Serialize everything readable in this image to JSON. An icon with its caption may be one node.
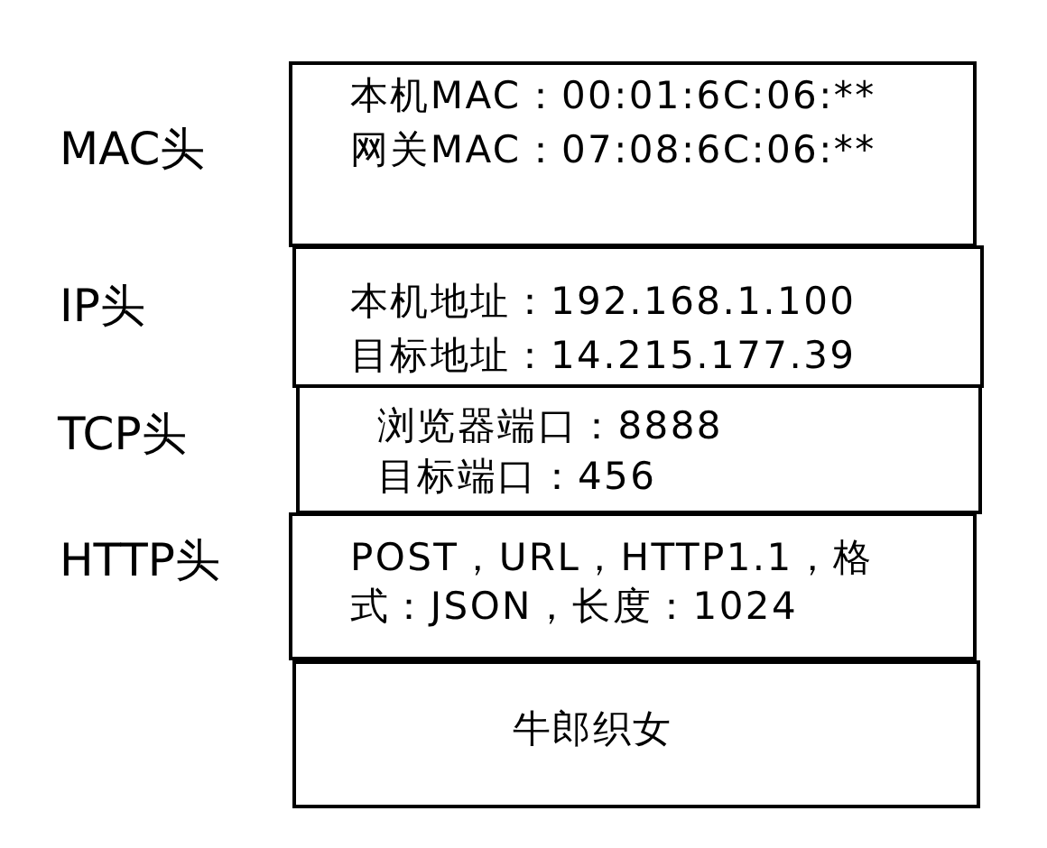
{
  "diagram": {
    "nodes": [
      {
        "text": [
          "本机MAC：00:01:6C:06:**",
          "网关MAC：07:08:6C:06:**"
        ],
        "beside": [
          "MAC头"
        ]
      },
      {
        "text": [
          "本机地址：192.168.1.100",
          "目标地址：14.215.177.39"
        ],
        "beside": [
          "IP头"
        ]
      },
      {
        "text": [
          "浏览器端口：8888",
          "目标端口：456"
        ],
        "beside": [
          "TCP头"
        ]
      },
      {
        "text": [
          "POST，URL，HTTP1.1，格式：JSON，长度：1024"
        ],
        "beside": [
          "HTTP头"
        ]
      },
      {
        "text": [
          "牛郎织女"
        ]
      }
    ]
  }
}
